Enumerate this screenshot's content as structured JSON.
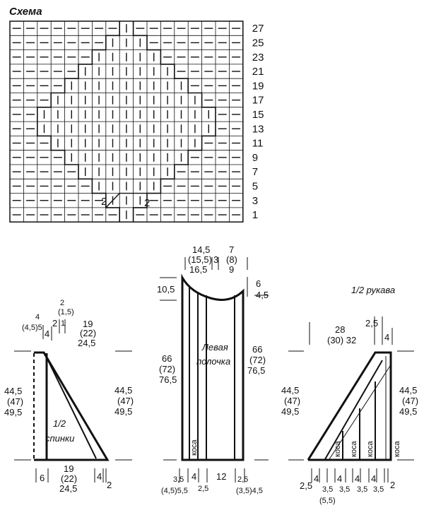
{
  "chart": {
    "title": "Схема",
    "row_labels": [
      "27",
      "25",
      "23",
      "21",
      "19",
      "17",
      "15",
      "13",
      "11",
      "9",
      "7",
      "5",
      "3",
      "1"
    ],
    "cross_label": "2",
    "cols": 17,
    "rows": 14
  },
  "back": {
    "label_1": "1/2",
    "label_2": "спинки",
    "top_a1": "4",
    "top_a2": "(4,5)5",
    "top_b": "2",
    "top_c1": "2",
    "top_c2": "(1,5)",
    "top_c3": "1",
    "top_d": "4",
    "top_e1": "19",
    "top_e2": "(22)",
    "top_e3": "24,5",
    "left_h1": "44,5",
    "left_h2": "(47)",
    "left_h3": "49,5",
    "right_h1": "44,5",
    "right_h2": "(47)",
    "right_h3": "49,5",
    "bot_a": "6",
    "bot_b1": "19",
    "bot_b2": "(22)",
    "bot_b3": "24,5",
    "bot_c": "4",
    "bot_d": "2"
  },
  "front": {
    "label_1": "Левая",
    "label_2": "полочка",
    "kosa": "коса",
    "top_a1": "14,5",
    "top_a2": "(15,5)",
    "top_a3": "16,5",
    "top_b": "3",
    "top_c1": "7",
    "top_c2": "(8)",
    "top_c3": "9",
    "left_neck": "10,5",
    "right_neck1": "6",
    "right_neck2": "4,5",
    "left_h1": "66",
    "left_h2": "(72)",
    "left_h3": "76,5",
    "right_h1": "66",
    "right_h2": "(72)",
    "right_h3": "76,5",
    "bot_a1": "3,5",
    "bot_a2": "(4,5)5,5",
    "bot_b": "4",
    "bot_c": "2,5",
    "bot_d": "12",
    "bot_e1": "2,5",
    "bot_e2": "(3,5)4,5"
  },
  "sleeve": {
    "title": "1/2 рукава",
    "kosa": "коса",
    "top_a1": "28",
    "top_a2": "(30) 32",
    "top_b1": "2,5",
    "top_b2": "4",
    "left_h1": "44,5",
    "left_h2": "(47)",
    "left_h3": "49,5",
    "right_h1": "44,5",
    "right_h2": "(47)",
    "right_h3": "49,5",
    "bot_a": "2,5",
    "bot_b": "4",
    "bot_c1": "3,5",
    "bot_c2": "(5,5)",
    "bot_d": "4",
    "bot_e": "3,5",
    "bot_f": "4",
    "bot_g": "3,5",
    "bot_h": "4",
    "bot_i": "3,5",
    "bot_j": "2"
  }
}
